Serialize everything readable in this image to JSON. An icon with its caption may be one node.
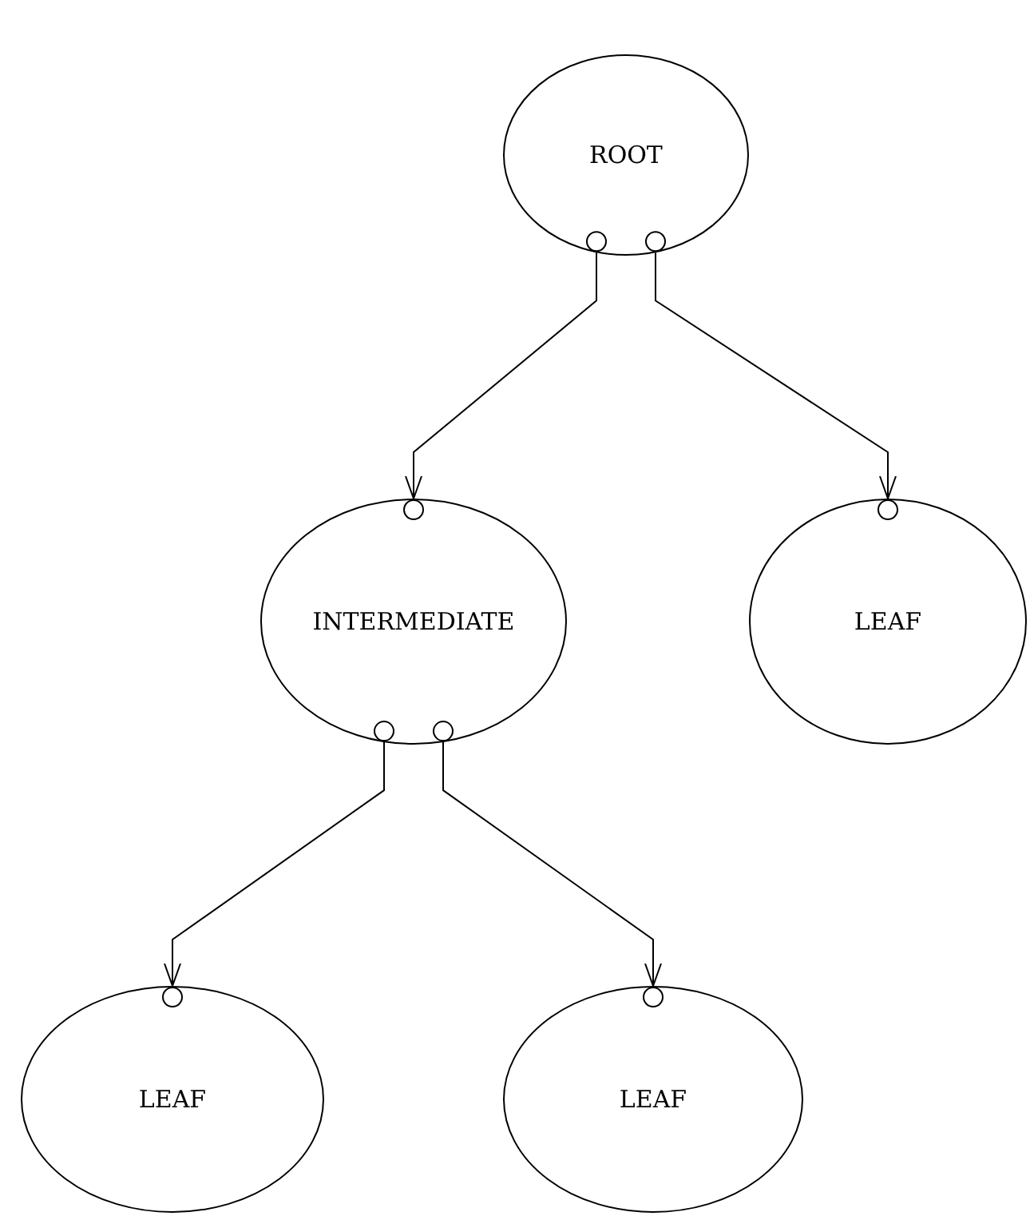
{
  "diagram": {
    "nodes": [
      {
        "text": [
          "ROOT"
        ]
      },
      {
        "text": [
          "INTERMEDIATE"
        ]
      },
      {
        "text": [
          "LEAF"
        ]
      },
      {
        "text": [
          "LEAF"
        ]
      },
      {
        "text": [
          "LEAF"
        ]
      }
    ],
    "edges": [
      {
        "from": 0,
        "to": 1,
        "arrow": "to"
      },
      {
        "from": 0,
        "to": 2,
        "arrow": "to"
      },
      {
        "from": 1,
        "to": 3,
        "arrow": "to"
      },
      {
        "from": 1,
        "to": 4,
        "arrow": "to"
      }
    ]
  }
}
